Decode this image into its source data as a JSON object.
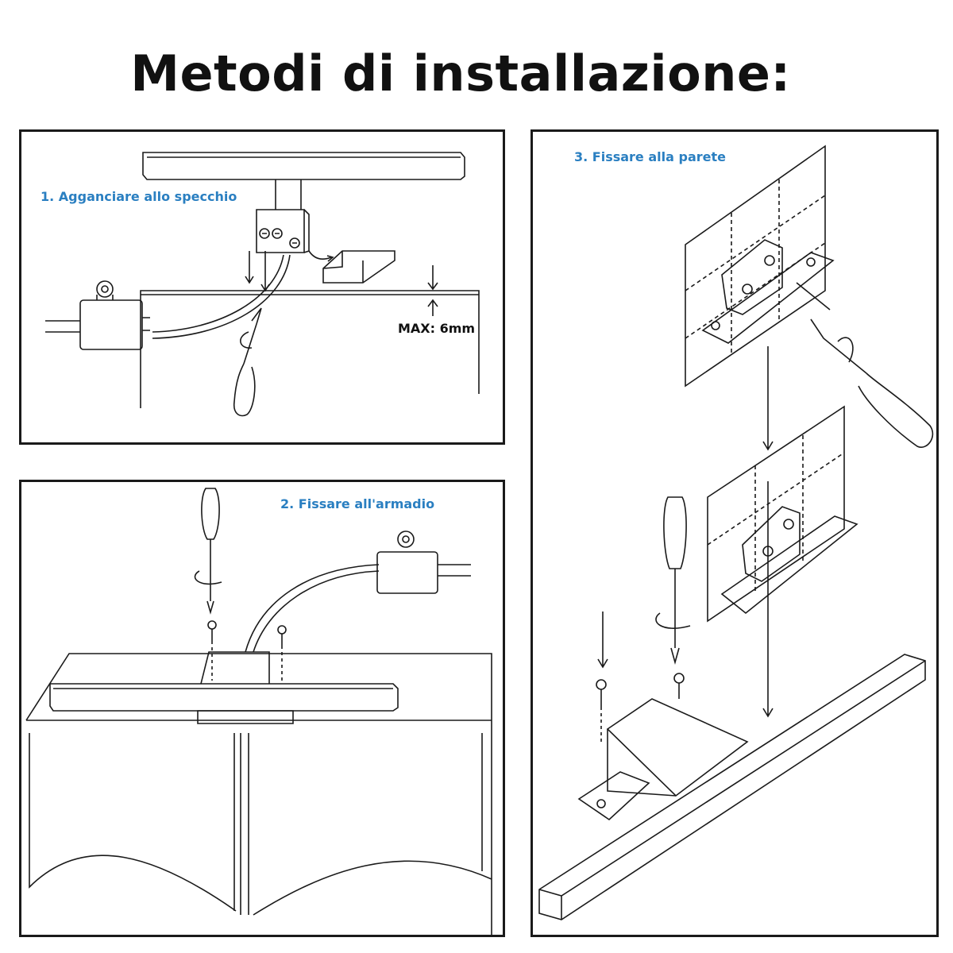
{
  "title": "Metodi di installazione:",
  "panels": [
    {
      "label": "1. Agganciare allo specchio",
      "note": "MAX: 6mm"
    },
    {
      "label": "2. Fissare all'armadio"
    },
    {
      "label": "3. Fissare alla parete"
    }
  ],
  "colors": {
    "accent": "#2a7fc1",
    "line": "#1a1a1a"
  },
  "icons": [
    "screwdriver-icon",
    "screw-icon",
    "led-lamp-icon",
    "junction-box-icon",
    "mounting-bracket-icon",
    "arrow-icon"
  ]
}
